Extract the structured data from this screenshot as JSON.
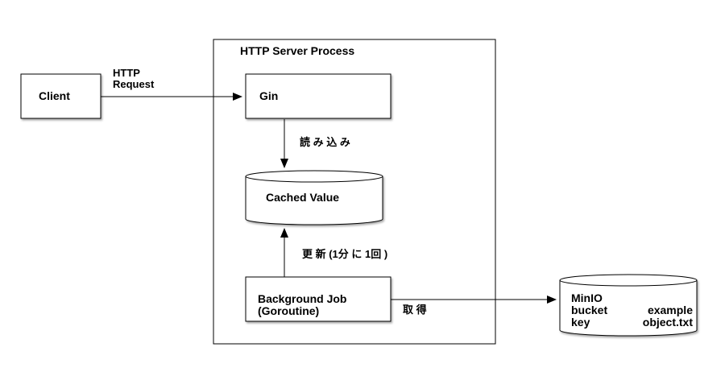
{
  "server": {
    "title": "HTTP Server Process"
  },
  "nodes": {
    "client": "Client",
    "gin": "Gin",
    "cached_value": "Cached Value",
    "job_line1": "Background Job",
    "job_line2": "(Goroutine)"
  },
  "minio": {
    "title": "MinIO",
    "bucket_label": "bucket",
    "bucket_value": "example",
    "key_label": "key",
    "key_value": "object.txt"
  },
  "edges": {
    "http_request_line1": "HTTP",
    "http_request_line2": "Request",
    "read": "読 み 込 み",
    "update": "更 新 (1分 に 1回 )",
    "fetch": "取 得"
  }
}
